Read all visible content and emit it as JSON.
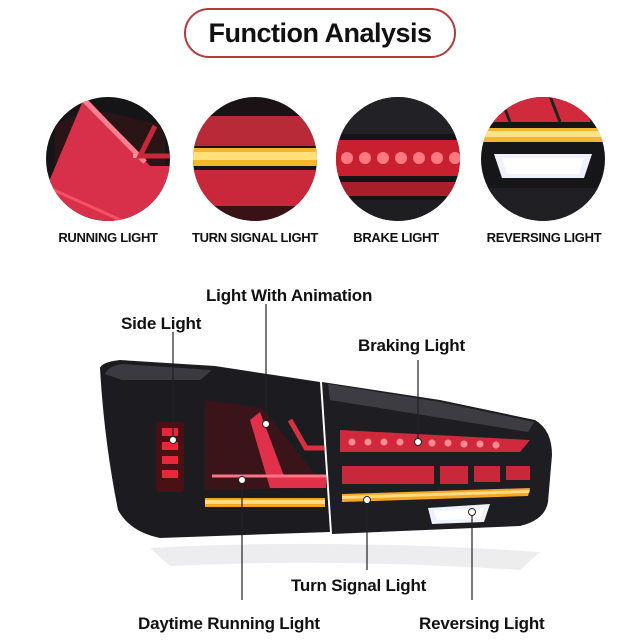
{
  "title": "Function Analysis",
  "features": [
    {
      "label": "RUNNING LIGHT",
      "icon": "running-light-icon"
    },
    {
      "label": "TURN SIGNAL LIGHT",
      "icon": "turn-signal-light-icon"
    },
    {
      "label": "BRAKE LIGHT",
      "icon": "brake-light-icon"
    },
    {
      "label": "REVERSING LIGHT",
      "icon": "reversing-light-icon"
    }
  ],
  "callouts": {
    "light_with_animation": "Light With Animation",
    "side_light": "Side Light",
    "braking_light": "Braking Light",
    "turn_signal_light": "Turn Signal Light",
    "daytime_running_light": "Daytime Running Light",
    "reversing_light": "Reversing Light"
  },
  "colors": {
    "accent_border": "#b63a3a",
    "red_light": "#e03040",
    "amber_light": "#f0a020",
    "white_light": "#f4f6ff",
    "housing": "#1a1a1e"
  }
}
